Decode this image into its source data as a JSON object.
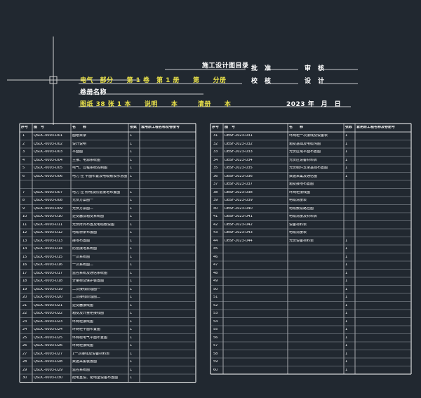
{
  "drawing": {
    "title": "施工设计图目录",
    "approve_label": "批　准",
    "review_label": "审　核",
    "check_label": "校　核",
    "design_label": "设　计",
    "part_line": "电气　部分　　第 1 卷　第 1 册　　第　　分册",
    "volume_name_label": "卷册名称",
    "summary_line": "图纸 38 张 1 本　　说明　　本　　　清册　　本",
    "date_line": "2023 年　月　日",
    "colors": {
      "background": "#212830",
      "line": "#ffffff",
      "grid": "#9aa0a8",
      "crosshair": "#d0d0d0"
    }
  },
  "left_table": {
    "headers": [
      "序号",
      "图　号",
      "名　　称",
      "张数",
      "套用原工程名称及卷册号"
    ],
    "rows": [
      {
        "no": "1",
        "code": "QSDC-0003-D01",
        "name": "图纸目录",
        "qty": "1"
      },
      {
        "no": "2",
        "code": "QSDC-0003-D02",
        "name": "设计说明",
        "qty": "1"
      },
      {
        "no": "3",
        "code": "QSDC-0003-D03",
        "name": "平面图",
        "qty": "1"
      },
      {
        "no": "4",
        "code": "QSDC-0003-D04",
        "name": "主接、电源系统图",
        "qty": "1"
      },
      {
        "no": "5",
        "code": "QSDC-0003-D05",
        "name": "电气、过程系统控制图",
        "qty": "1"
      },
      {
        "no": "6",
        "code": "QSDC-0003-D06",
        "name": "电力 控 平面布置及电缆敷设示意图",
        "qty": "1"
      },
      {
        "no": "",
        "code": "",
        "name": "",
        "qty": ""
      },
      {
        "no": "7",
        "code": "QSDC-0003-D07",
        "name": "电力 控 照明及防雷接地布置图",
        "qty": "1"
      },
      {
        "no": "8",
        "code": "QSDC-0003-D08",
        "name": "光伏方案图一",
        "qty": "1"
      },
      {
        "no": "9",
        "code": "QSDC-0003-D09",
        "name": "光伏方案图二",
        "qty": "1"
      },
      {
        "no": "10",
        "code": "QSDC-0003-D10",
        "name": "逆变器及箱变系统图",
        "qty": "1"
      },
      {
        "no": "11",
        "code": "QSDC-0003-D11",
        "name": "光伏阵列布置及电缆敷设图",
        "qty": "1"
      },
      {
        "no": "12",
        "code": "QSDC-0003-D12",
        "name": "电缆桥架布置图",
        "qty": "1"
      },
      {
        "no": "13",
        "code": "QSDC-0003-D13",
        "name": "接地布置图",
        "qty": "1"
      },
      {
        "no": "14",
        "code": "QSDC-0003-D14",
        "name": "防雷接地系统图",
        "qty": "1"
      },
      {
        "no": "15",
        "code": "QSDC-0003-D15",
        "name": "一次系统图",
        "qty": "1"
      },
      {
        "no": "16",
        "code": "QSDC-0003-D16",
        "name": "一次系统图二",
        "qty": "1"
      },
      {
        "no": "17",
        "code": "QSDC-0003-D17",
        "name": "监控系统及通信系统图",
        "qty": "1"
      },
      {
        "no": "18",
        "code": "QSDC-0003-D18",
        "name": "计量柜及保护装置图",
        "qty": "1"
      },
      {
        "no": "19",
        "code": "QSDC-0003-D19",
        "name": "二次接线原理图一",
        "qty": "1"
      },
      {
        "no": "20",
        "code": "QSDC-0003-D20",
        "name": "二次接线原理图二",
        "qty": "1"
      },
      {
        "no": "21",
        "code": "QSDC-0003-D21",
        "name": "逆变器接线图",
        "qty": "1"
      },
      {
        "no": "22",
        "code": "QSDC-0003-D22",
        "name": "箱变及计量柜接线图",
        "qty": "1"
      },
      {
        "no": "23",
        "code": "QSDC-0003-D23",
        "name": "环网柜接线图",
        "qty": "1"
      },
      {
        "no": "24",
        "code": "QSDC-0003-D24",
        "name": "环网柜平面布置图",
        "qty": "1"
      },
      {
        "no": "25",
        "code": "QSDC-0003-D25",
        "name": "环网柜电气平面布置图",
        "qty": "1"
      },
      {
        "no": "26",
        "code": "QSDC-0003-D26",
        "name": "环网柜接线图",
        "qty": "1"
      },
      {
        "no": "27",
        "code": "QSDC-0003-D27",
        "name": "1一次接线及设备材料表",
        "qty": "1"
      },
      {
        "no": "28",
        "code": "QSDC-0003-D28",
        "name": "数据采集装置图",
        "qty": "1"
      },
      {
        "no": "29",
        "code": "QSDC-0003-D29",
        "name": "监控系统图",
        "qty": "1"
      },
      {
        "no": "30",
        "code": "QSDC-0003-D30",
        "name": "配电室设、配电室设备布置图",
        "qty": "1"
      }
    ]
  },
  "right_table": {
    "headers": [
      "序号",
      "图　号",
      "名　　称",
      "张数",
      "套用原工程名称及卷册号"
    ],
    "rows": [
      {
        "no": "31",
        "code": "DBSF-2023-D31",
        "name": "环网柜一次接线及设备表",
        "qty": "1"
      },
      {
        "no": "32",
        "code": "DBSF-2023-D32",
        "name": "箱变基础及电缆沟图",
        "qty": "1"
      },
      {
        "no": "33",
        "code": "DBSF-2023-D33",
        "name": "光伏区域平面布置图",
        "qty": "1"
      },
      {
        "no": "34",
        "code": "DBSF-2023-D34",
        "name": "光伏区设备材料表",
        "qty": "1"
      },
      {
        "no": "35",
        "code": "DBSF-2023-D35",
        "name": "光伏组件支架基础布置图",
        "qty": "1"
      },
      {
        "no": "36",
        "code": "DBSF-2023-D36",
        "name": "数据采集及通信图",
        "qty": "1"
      },
      {
        "no": "37",
        "code": "DBSF-2023-D37",
        "name": "箱变接地布置图",
        "qty": ""
      },
      {
        "no": "38",
        "code": "DBSF-2023-D38",
        "name": "环网柜接线图",
        "qty": ""
      },
      {
        "no": "39",
        "code": "DBSF-2023-D39",
        "name": "电缆清册表",
        "qty": ""
      },
      {
        "no": "40",
        "code": "DBSF-2023-D40",
        "name": "电缆敷设路径图",
        "qty": ""
      },
      {
        "no": "41",
        "code": "DBSF-2023-D41",
        "name": "电缆清册及材料表",
        "qty": ""
      },
      {
        "no": "42",
        "code": "DBSF-2023-D42",
        "name": "设备材料表",
        "qty": ""
      },
      {
        "no": "43",
        "code": "DBSF-2023-D43",
        "name": "电缆清册表",
        "qty": ""
      },
      {
        "no": "44",
        "code": "DBSF-2023-D44",
        "name": "光伏设备材料表",
        "qty": "1"
      },
      {
        "no": "45",
        "code": "",
        "name": "",
        "qty": "1"
      },
      {
        "no": "46",
        "code": "",
        "name": "",
        "qty": "1"
      },
      {
        "no": "47",
        "code": "",
        "name": "",
        "qty": "1"
      },
      {
        "no": "48",
        "code": "",
        "name": "",
        "qty": "1"
      },
      {
        "no": "49",
        "code": "",
        "name": "",
        "qty": "1"
      },
      {
        "no": "50",
        "code": "",
        "name": "",
        "qty": "1"
      },
      {
        "no": "51",
        "code": "",
        "name": "",
        "qty": "1"
      },
      {
        "no": "52",
        "code": "",
        "name": "",
        "qty": "1"
      },
      {
        "no": "53",
        "code": "",
        "name": "",
        "qty": "1"
      },
      {
        "no": "54",
        "code": "",
        "name": "",
        "qty": "1"
      },
      {
        "no": "55",
        "code": "",
        "name": "",
        "qty": "1"
      },
      {
        "no": "56",
        "code": "",
        "name": "",
        "qty": "1"
      },
      {
        "no": "57",
        "code": "",
        "name": "",
        "qty": "1"
      },
      {
        "no": "58",
        "code": "",
        "name": "",
        "qty": "1"
      },
      {
        "no": "59",
        "code": "",
        "name": "",
        "qty": "1"
      },
      {
        "no": "60",
        "code": "",
        "name": "",
        "qty": "1"
      }
    ]
  }
}
